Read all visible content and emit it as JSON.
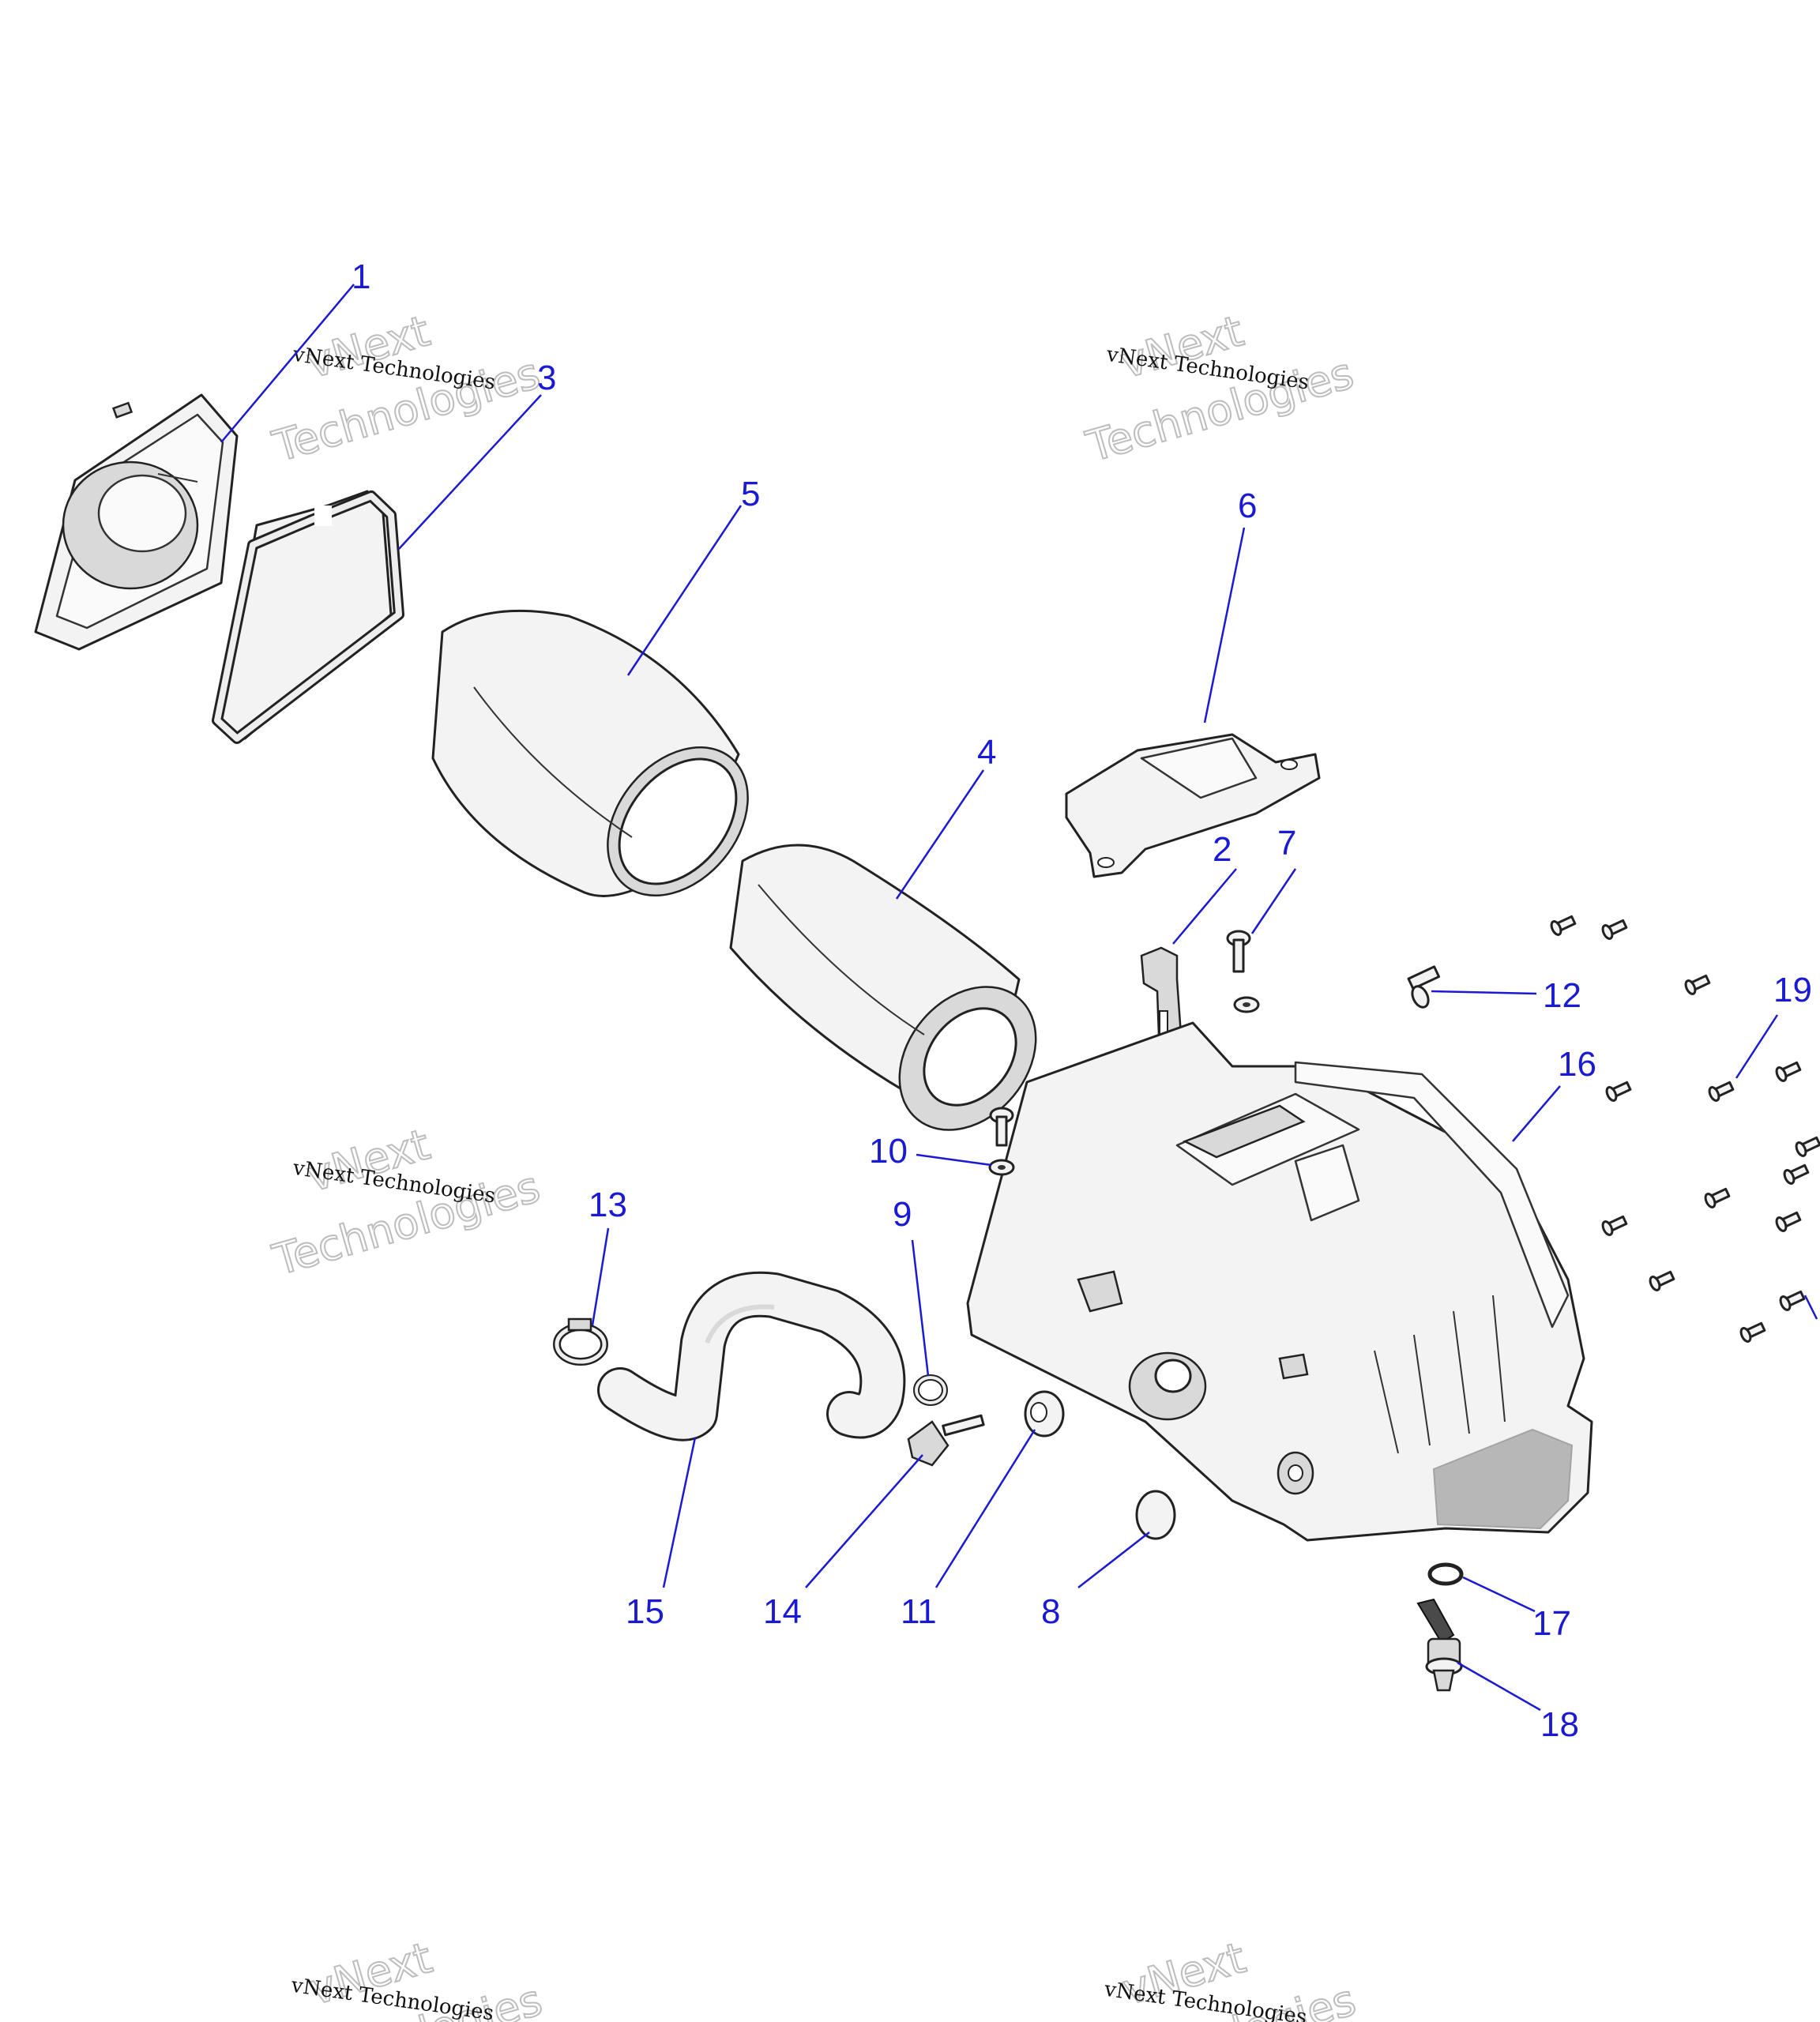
{
  "watermark": {
    "line1": "vNext",
    "line2": "Technologies",
    "small": "vNext Technologies"
  },
  "callouts": {
    "c1": "1",
    "c2": "2",
    "c3": "3",
    "c4": "4",
    "c5": "5",
    "c6": "6",
    "c7": "7",
    "c8": "8",
    "c9": "9",
    "c10": "10",
    "c11": "11",
    "c12": "12",
    "c13": "13",
    "c14": "14",
    "c15": "15",
    "c16": "16",
    "c17": "17",
    "c18": "18",
    "c19": "19"
  },
  "colors": {
    "callout": "#1a1ad4",
    "watermark": "#bdbdbd"
  }
}
